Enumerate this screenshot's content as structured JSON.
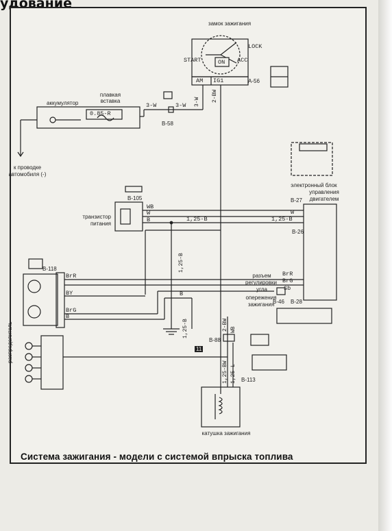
{
  "page": {
    "header_fragment": "удование",
    "caption": "Система зажигания - модели с системой впрыска топлива"
  },
  "components": {
    "ignition_switch": {
      "label": "замок зажигания",
      "lock": "LOCK",
      "start": "START",
      "on": "ON",
      "acc": "ACC",
      "am": "AM",
      "ig1": "IG1",
      "connector": "A-56"
    },
    "battery": {
      "label": "аккумулятор"
    },
    "fuse": {
      "label_line1": "плавкая",
      "label_line2": "вставка",
      "value": "0.85-R"
    },
    "ground_note": {
      "line1": "к проводке",
      "line2": "автомобиля (-)"
    },
    "ecu": {
      "line1": "электронный блок",
      "line2": "управления",
      "line3": "двигателем",
      "conn_b27": "B-27",
      "conn_b26": "B-26",
      "conn_b28": "B-28"
    },
    "transistor": {
      "line1": "транзистор",
      "line2": "питания",
      "connector": "B-105"
    },
    "distributor": {
      "label": "распределитель",
      "connector": "B-118"
    },
    "timing_connector": {
      "line1": "разъем",
      "line2": "регулировки",
      "line3": "угла",
      "line4": "опережения",
      "line5": "зажигания",
      "connector": "B-46"
    },
    "coil": {
      "label": "катушка зажигания",
      "connector": "B-113"
    },
    "conn_b58": "B-58",
    "conn_b88": "B-88",
    "ground_num": "11"
  },
  "wires": {
    "w3w_a": "3-W",
    "w3w_b": "3-W",
    "w3w_c": "3-W",
    "w2bw_a": "2-BW",
    "w2bw_b": "2-BW",
    "wb_trans": "WB",
    "w_trans": "W",
    "b_trans": "B",
    "w125b_a": "1,25-B",
    "w125b_b": "1,25-B",
    "w125b_c": "1,25-B",
    "w125b_d": "1,25-B",
    "w_ecu": "W",
    "brr_d": "BrR",
    "by_d": "BY",
    "brg_d": "BrG",
    "b_d": "B",
    "b_mid": "B",
    "brr_e": "BrR",
    "brg_e": "BrG",
    "sb_e": "Sb",
    "wb_coil": "WB",
    "w125bw": "1,25-BW",
    "w125l": "1,25-L"
  }
}
